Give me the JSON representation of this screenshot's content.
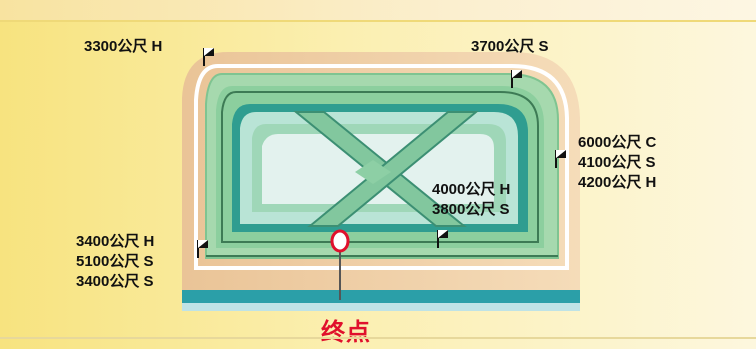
{
  "finish_label": "终点",
  "labels": {
    "top_left": [
      "3300公尺 H"
    ],
    "top_right": [
      "3700公尺 S"
    ],
    "right": [
      "6000公尺 C",
      "4100公尺 S",
      "4200公尺 H"
    ],
    "center": [
      "4000公尺 H",
      "3800公尺 S"
    ],
    "bottom_left": [
      "3400公尺 H",
      "5100公尺 S",
      "3400公尺 S"
    ]
  },
  "colors": {
    "finish_text": "#e0102c",
    "track_green": "#8fd0a3",
    "track_dark": "#2f9d90",
    "sand": "#f1d2a8"
  },
  "icons": [
    "start-flag-icon",
    "finish-post-icon"
  ]
}
